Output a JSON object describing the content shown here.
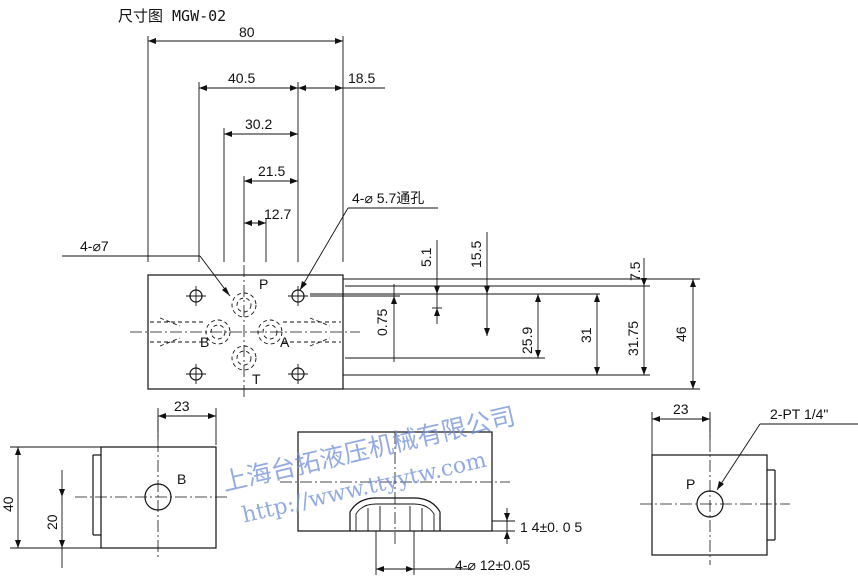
{
  "title": "尺寸图 MGW-02",
  "dims": {
    "d80": "80",
    "d40_5": "40.5",
    "d18_5": "18.5",
    "d30_2": "30.2",
    "d21_5": "21.5",
    "d12_7": "12.7",
    "d5_1": "5.1",
    "d15_5": "15.5",
    "d7_5": "7.5",
    "d0_75": "0.75",
    "d25_9": "25.9",
    "d31": "31",
    "d31_75": "31.75",
    "d46": "46",
    "d23_left": "23",
    "d23_right": "23",
    "d40": "40",
    "d20": "20",
    "d14": "1 4±0. 0 5",
    "d12": "4-⌀ 12±0.05"
  },
  "callouts": {
    "hole4": "4-⌀7",
    "hole5_7": "4-⌀ 5.7通孔",
    "pt": "2-PT 1/4\""
  },
  "ports": {
    "p_top": "P",
    "a": "A",
    "b": "B",
    "t": "T",
    "b_left": "B",
    "p_right": "P"
  },
  "watermark": {
    "company": "上海台拓液压机械有限公司",
    "url": "http://www.ttyytw.com"
  }
}
